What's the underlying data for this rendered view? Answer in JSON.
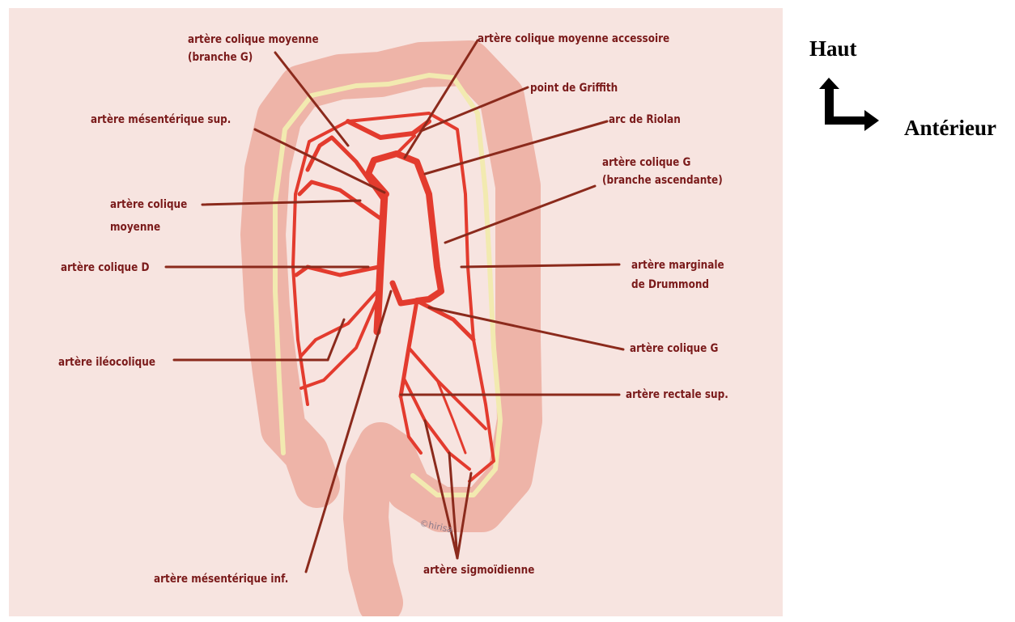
{
  "labels": {
    "acm_g": [
      "artère colique moyenne",
      "(branche G)"
    ],
    "acm_acc": "artère colique moyenne accessoire",
    "griffith": "point de Griffith",
    "ams": "artère mésentérique sup.",
    "riolan": "arc de Riolan",
    "acg_asc": [
      "artère colique G",
      "(branche ascendante)"
    ],
    "acm": [
      "artère colique",
      "moyenne"
    ],
    "acd": "artère colique D",
    "drummond": [
      "artère marginale",
      "de Drummond"
    ],
    "ileo": "artère iléocolique",
    "acg": "artère colique G",
    "rectale": "artère rectale sup.",
    "ami": "artère mésentérique inf.",
    "sigmo": "artère sigmoïdienne"
  },
  "watermark": "©hirisa",
  "orientation": {
    "up": "Haut",
    "right": "Antérieur"
  },
  "colors": {
    "background": "#f7e4e0",
    "colon": "#eeb4a8",
    "artery": "#e33b2e",
    "label": "#7a1a1a",
    "leader": "#8b2a1c",
    "taenia": "#f2eab0"
  }
}
